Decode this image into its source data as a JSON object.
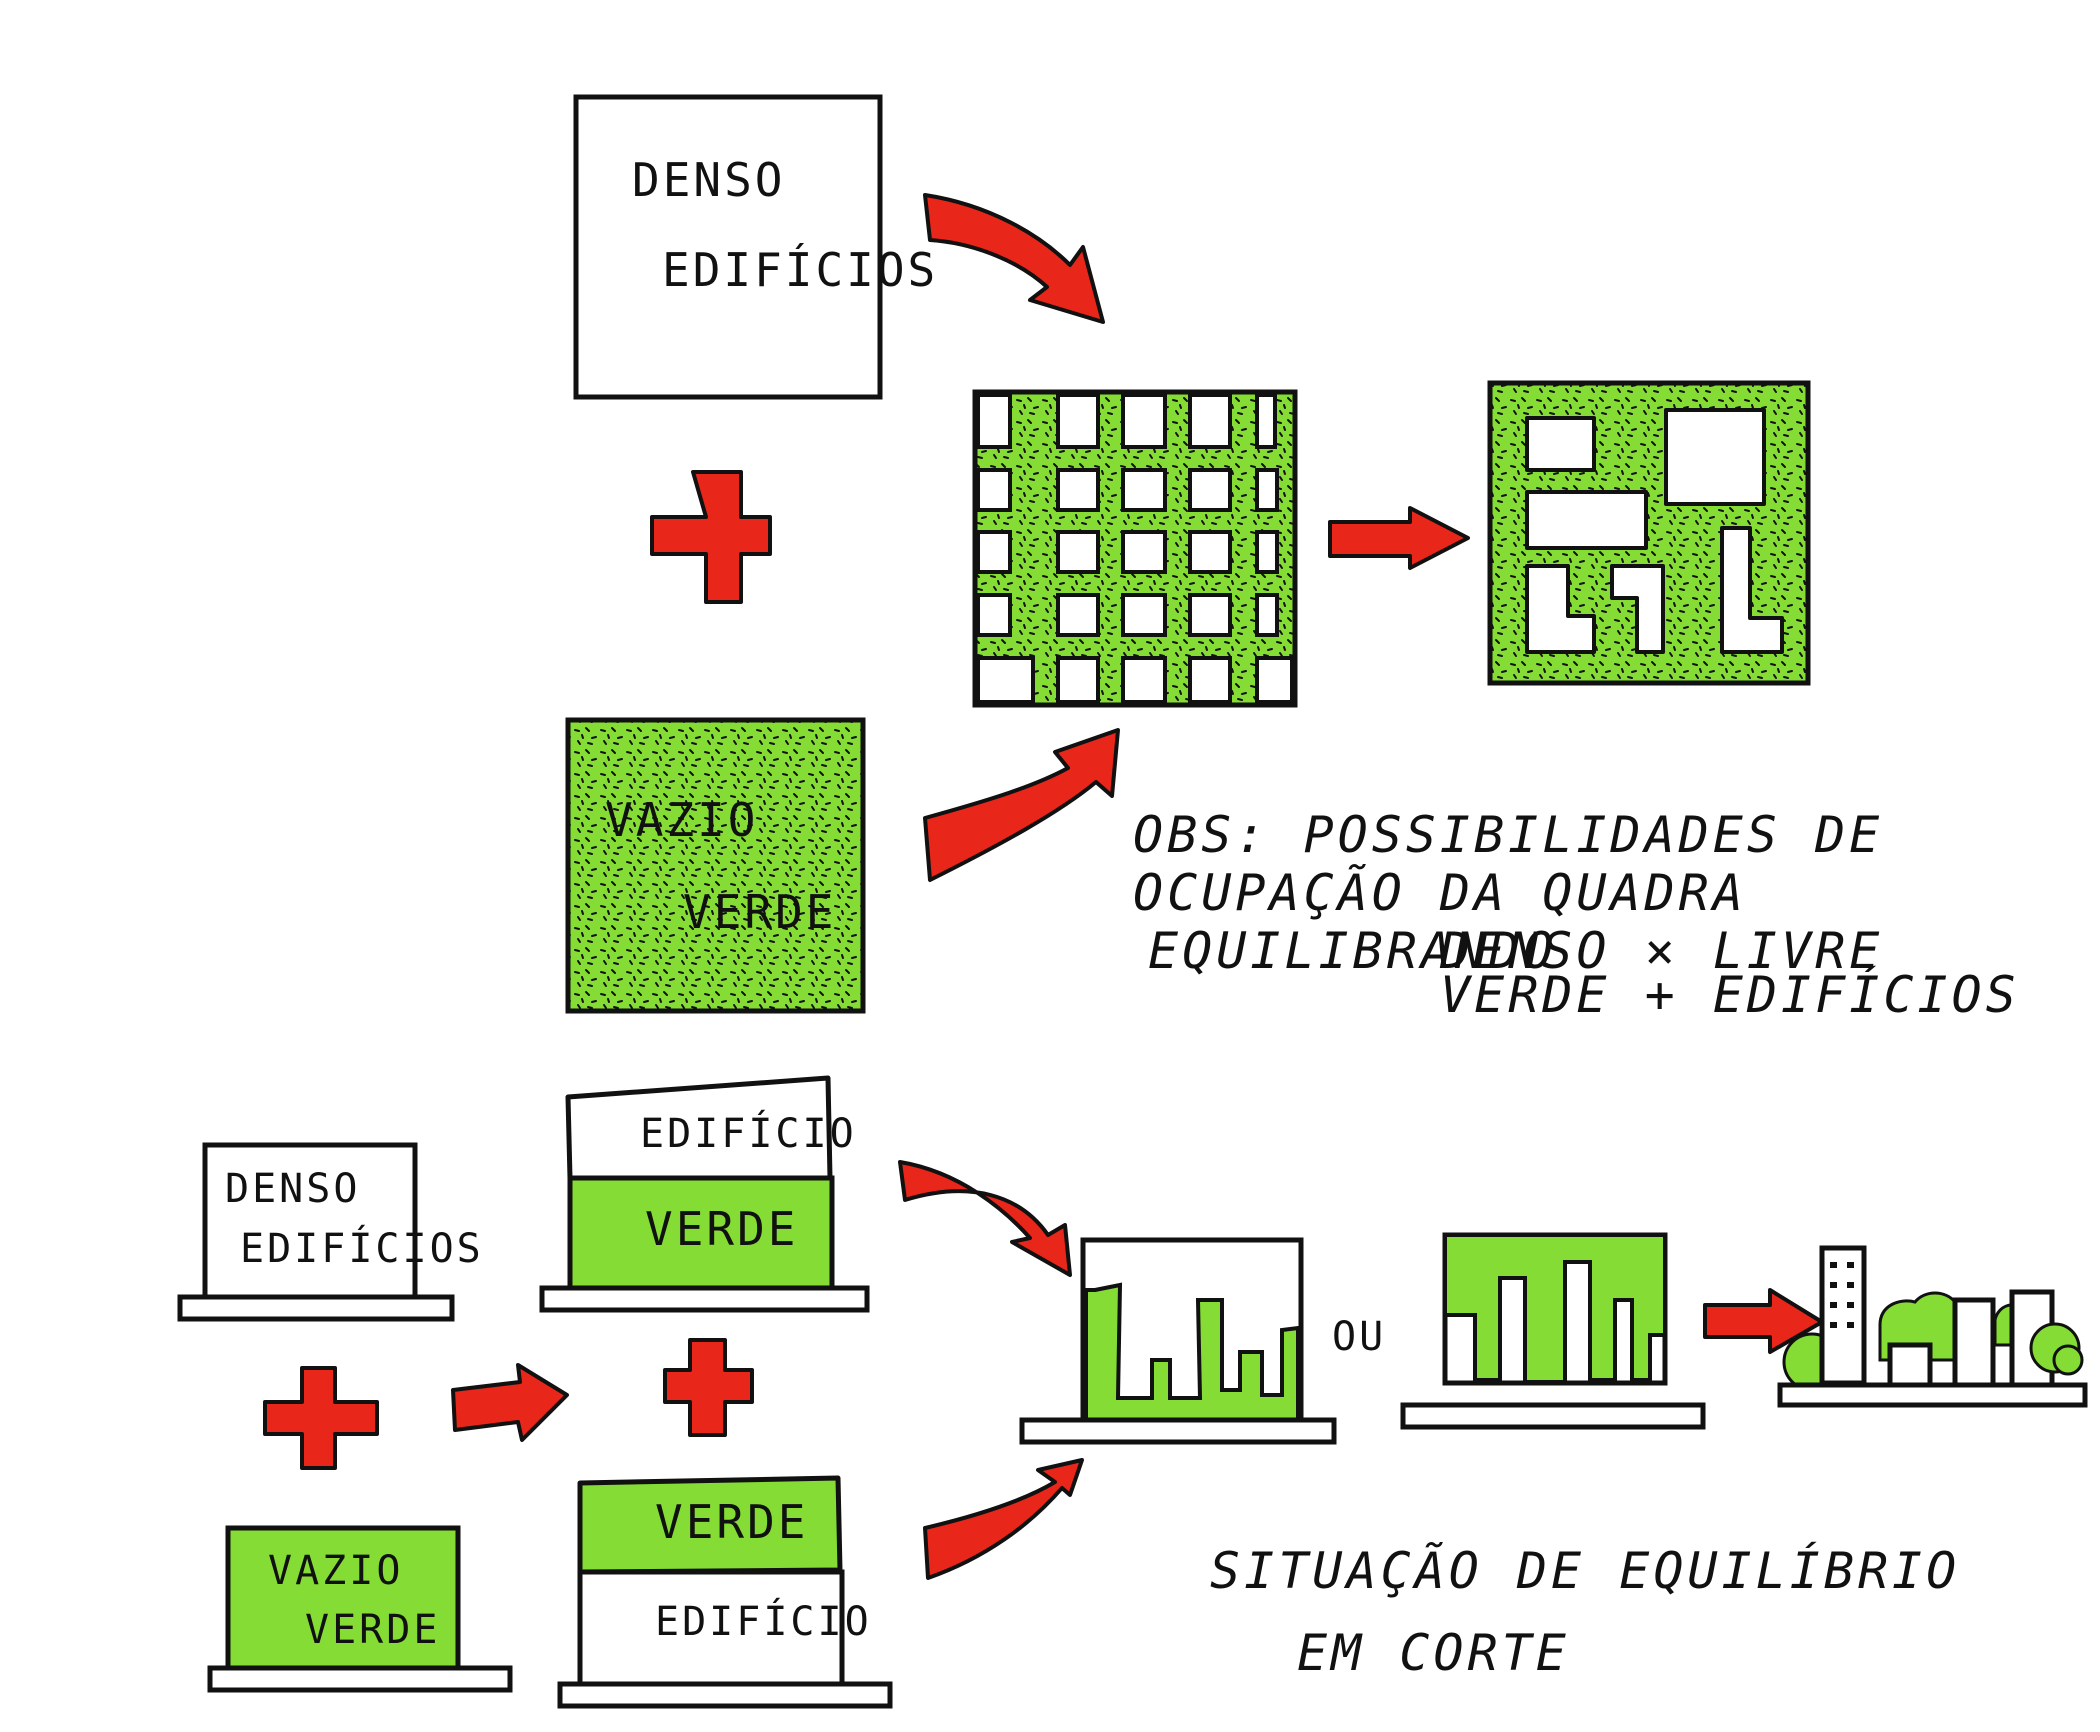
{
  "colors": {
    "green": "#84dc34",
    "red": "#e8261a",
    "ink": "#111111",
    "paper": "#ffffff"
  },
  "plan": {
    "dense_box": {
      "line1": "DENSO",
      "line2": "EDIFÍCIOS"
    },
    "void_box": {
      "line1": "VAZIO",
      "line2": "VERDE"
    },
    "note": {
      "line1": "OBS: POSSIBILIDADES DE",
      "line2": "OCUPAÇÃO DA QUADRA",
      "line3a": "EQUILIBRANDO",
      "line3b": "DENSO × LIVRE",
      "line4": "VERDE + EDIFÍCIOS"
    }
  },
  "section": {
    "dense_box": {
      "line1": "DENSO",
      "line2": "EDIFÍCIOS"
    },
    "void_box": {
      "line1": "VAZIO",
      "line2": "VERDE"
    },
    "stack_top": {
      "upper": "EDIFÍCIO",
      "lower": "VERDE"
    },
    "stack_bottom": {
      "upper": "VERDE",
      "lower": "EDIFÍCIO"
    },
    "or_label": "OU",
    "note": {
      "line1": "SITUAÇÃO DE EQUILÍBRIO",
      "line2": "EM CORTE"
    }
  }
}
